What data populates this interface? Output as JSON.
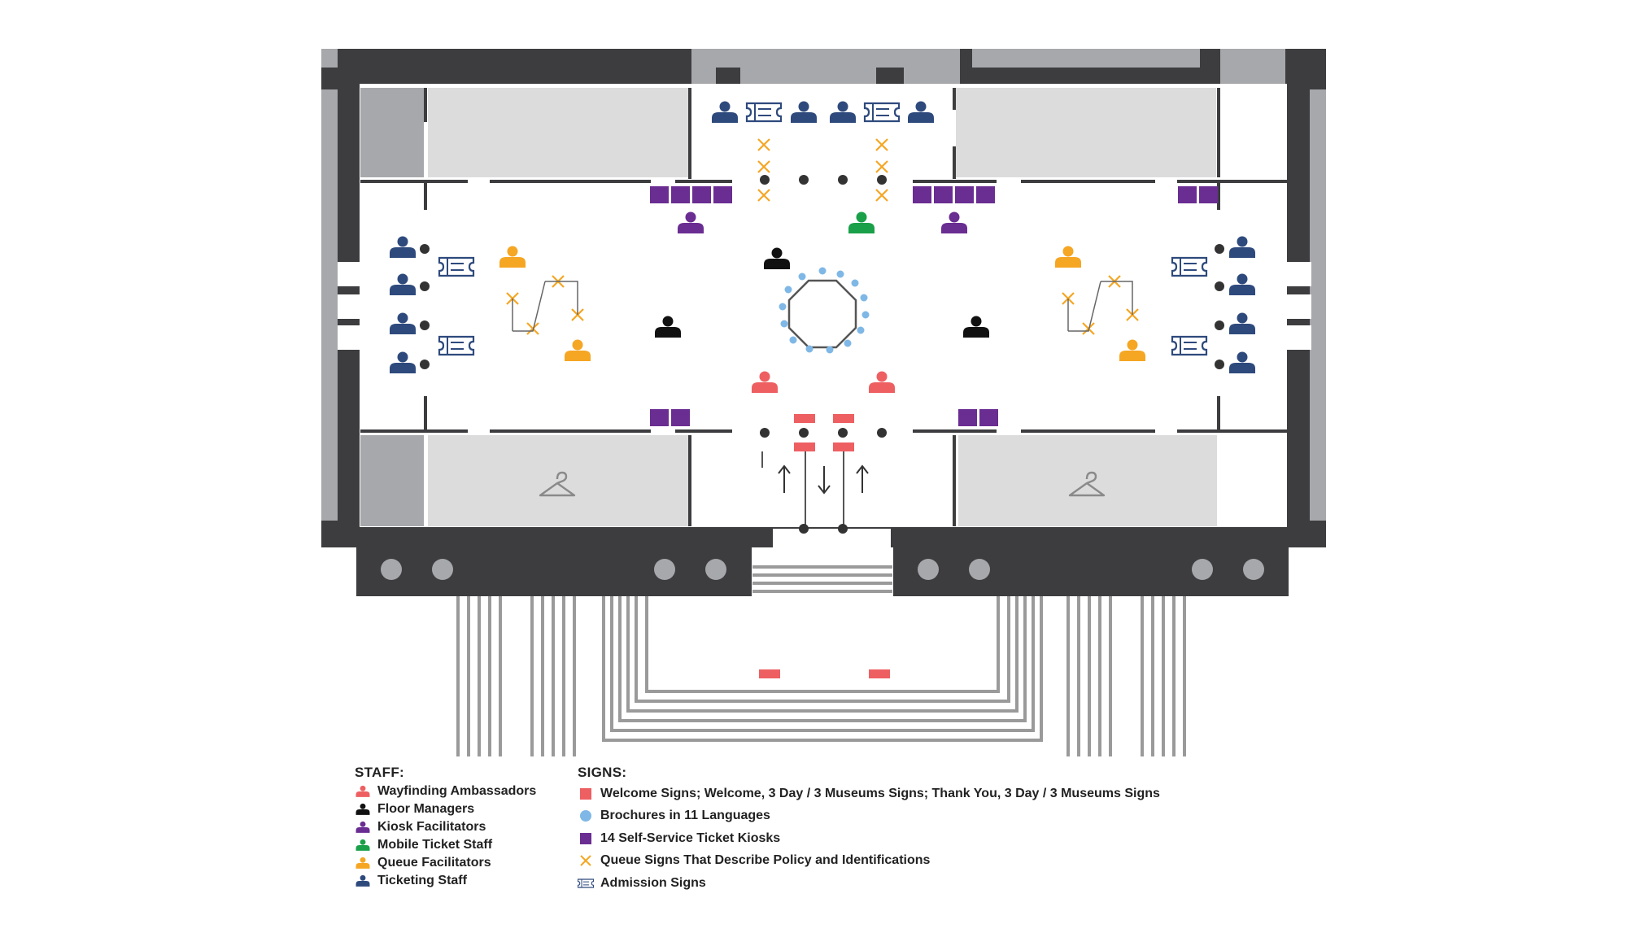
{
  "colors": {
    "wall": "#3d3d40",
    "wall_light": "#a7a8ab",
    "room": "#dcdcdc",
    "stair": "#9a9a9a",
    "wayfinding": "#ee5f62",
    "floor_manager": "#111111",
    "kiosk_facilitator": "#6a2d92",
    "mobile_ticket": "#1aa049",
    "queue_facilitator": "#f5a623",
    "ticketing": "#2e4a7d",
    "welcome_sign": "#ee5f62",
    "brochure": "#7fb8e6",
    "kiosk": "#6a2d92",
    "queue_sign": "#f5a623",
    "admission_sign": "#2e4a7d",
    "dot": "#333333"
  },
  "icons": {
    "coat_check": "hanger-icon",
    "arrow": "arrow-icon",
    "person": "person-icon",
    "admission": "ticket-icon"
  },
  "legend": {
    "staff": {
      "heading": "STAFF:",
      "items": [
        {
          "label": "Wayfinding Ambassadors",
          "color": "#ee5f62"
        },
        {
          "label": "Floor Managers",
          "color": "#111111"
        },
        {
          "label": "Kiosk Facilitators",
          "color": "#6a2d92"
        },
        {
          "label": "Mobile Ticket Staff",
          "color": "#1aa049"
        },
        {
          "label": "Queue Facilitators",
          "color": "#f5a623"
        },
        {
          "label": "Ticketing Staff",
          "color": "#2e4a7d"
        }
      ]
    },
    "signs": {
      "heading": "SIGNS:",
      "items": [
        {
          "label": "Welcome Signs; Welcome, 3 Day / 3 Museums Signs; Thank You, 3 Day / 3 Museums Signs",
          "symbol": "square",
          "color": "#ee5f62"
        },
        {
          "label": "Brochures in 11 Languages",
          "symbol": "circle",
          "color": "#7fb8e6"
        },
        {
          "label": "14 Self-Service Ticket Kiosks",
          "symbol": "square",
          "color": "#6a2d92"
        },
        {
          "label": "Queue Signs That Describe Policy and Identifications",
          "symbol": "cross",
          "color": "#f5a623"
        },
        {
          "label": "Admission Signs",
          "symbol": "ticket",
          "color": "#2e4a7d"
        }
      ]
    }
  }
}
